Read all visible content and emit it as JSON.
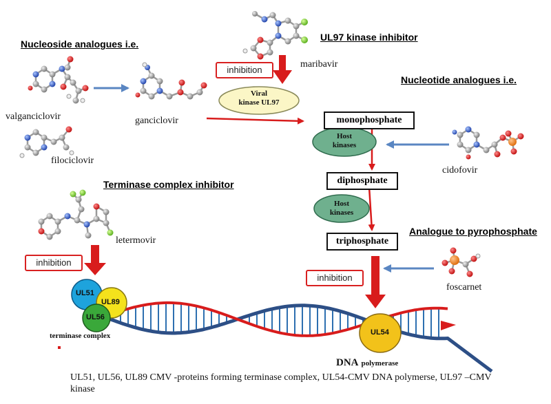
{
  "headings": {
    "nucleoside": "Nucleoside analogues i.e.",
    "ul97": "UL97 kinase inhibitor",
    "nucleotide": "Nucleotide analogues i.e.",
    "terminase": "Terminase complex inhibitor",
    "pyrophosphate": "Analogue to pyrophosphate"
  },
  "drugs": {
    "valganciclovir": "valganciclovir",
    "ganciclovir": "ganciclovir",
    "filociclovir": "filociclovir",
    "maribavir": "maribavir",
    "cidofovir": "cidofovir",
    "letermovir": "letermovir",
    "foscarnet": "foscarnet"
  },
  "labels": {
    "inhibition": "inhibition",
    "viral_kinase_line1": "Viral",
    "viral_kinase_line2": "kinase UL97",
    "host_kinases_line1": "Host",
    "host_kinases_line2": "kinases",
    "monophosphate": "monophosphate",
    "diphosphate": "diphosphate",
    "triphosphate": "triphosphate",
    "ul51": "UL51",
    "ul89": "UL89",
    "ul56": "UL56",
    "ul54": "UL54",
    "terminase_complex": "terminase complex",
    "dna": "DNA",
    "polymerase": "polymerase"
  },
  "caption": "UL51, UL56, UL89 CMV -proteins forming terminase complex, UL54-CMV DNA polymerse, UL97 –CMV kinase",
  "colors": {
    "red_arrow": "#d81c1c",
    "blue_arrow": "#5a86c2",
    "host_kinase_fill": "#6fb08e",
    "viral_kinase_fill": "#fbf6c6",
    "ul51": "#1ea3dc",
    "ul89": "#f4e21c",
    "ul56": "#3aa83a",
    "ul54": "#f2c21a",
    "dna_blue": "#2d4f86",
    "dna_red": "#d81c1c"
  }
}
